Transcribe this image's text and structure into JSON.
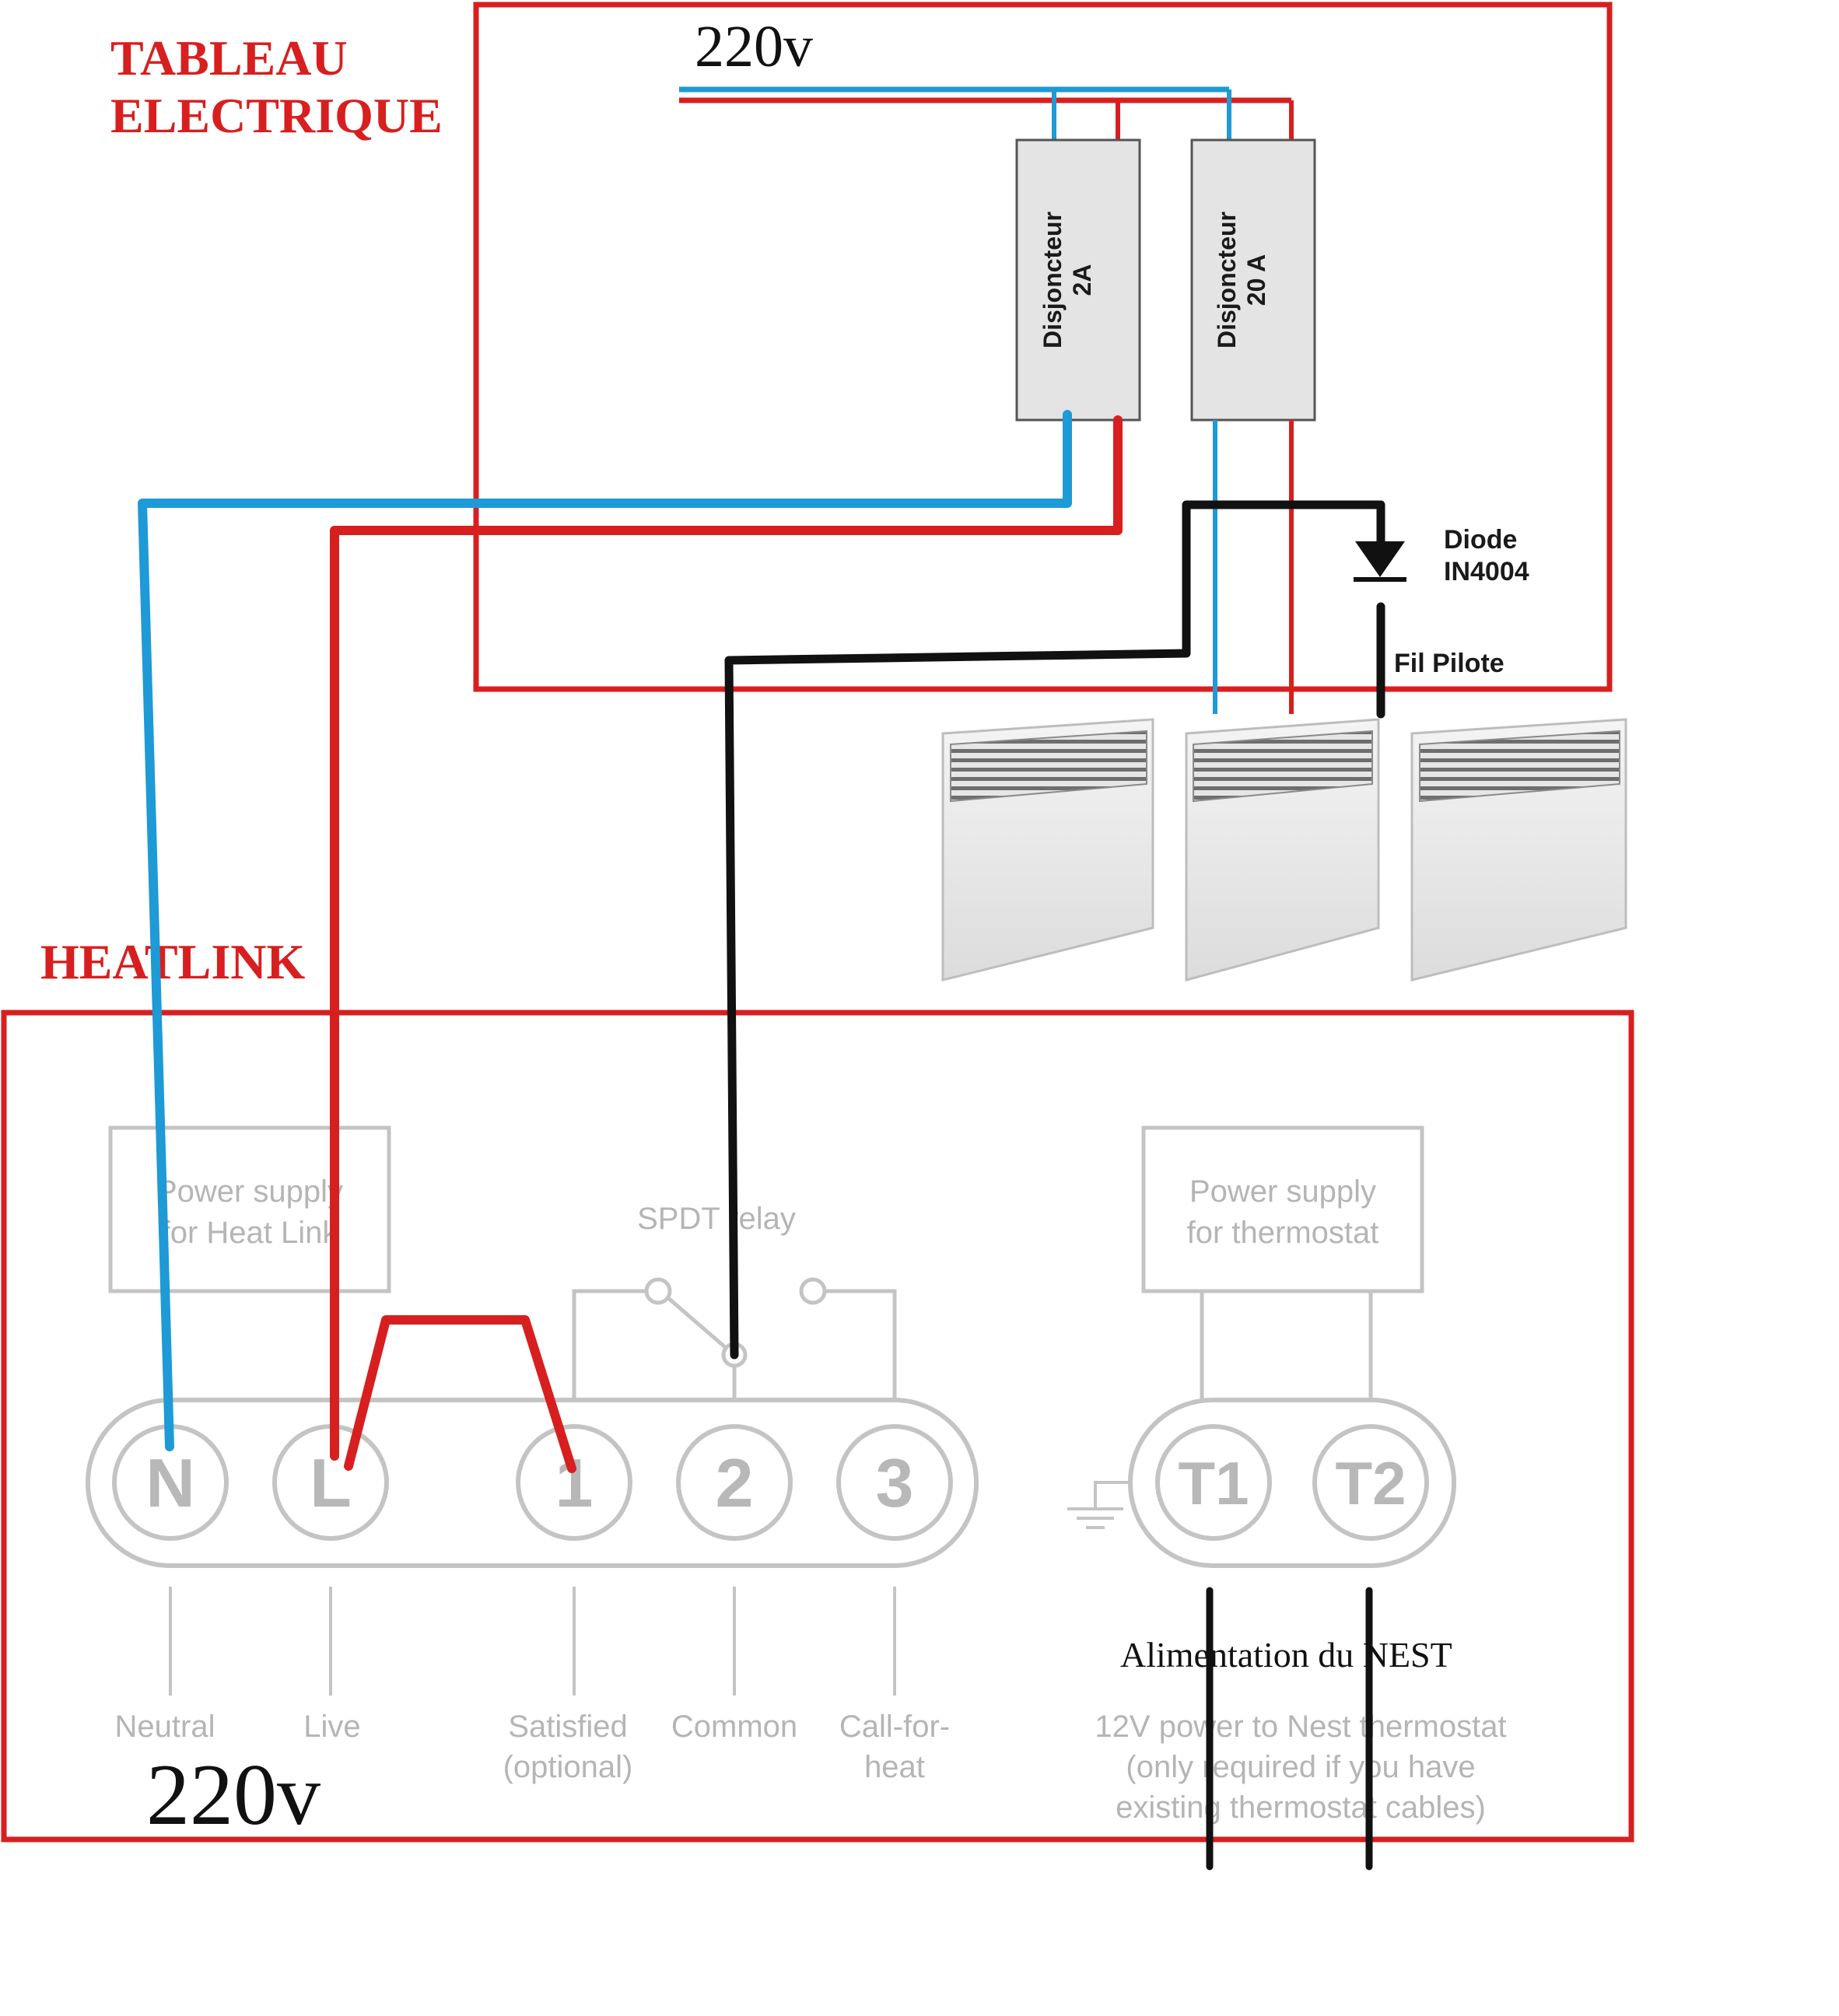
{
  "panel": {
    "title_line1": "TABLEAU",
    "title_line2": "ELECTRIQUE",
    "voltage": "220v",
    "breakers": [
      {
        "line1": "Disjoncteur",
        "line2": "2A"
      },
      {
        "line1": "Disjoncteur",
        "line2": "20 A"
      }
    ],
    "diode_line1": "Diode",
    "diode_line2": "IN4004",
    "pilot_wire": "Fil Pilote"
  },
  "heatlink": {
    "title": "HEATLINK",
    "psu_heatlink_line1": "Power supply",
    "psu_heatlink_line2": "for Heat Link",
    "relay_label": "SPDT relay",
    "psu_thermostat_line1": "Power supply",
    "psu_thermostat_line2": "for thermostat",
    "terminals": {
      "n": "N",
      "l": "L",
      "t1": "1",
      "t2": "2",
      "t3": "3",
      "th1": "T1",
      "th2": "T2"
    },
    "labels": {
      "neutral": "Neutral",
      "live": "Live",
      "satisfied_line1": "Satisfied",
      "satisfied_line2": "(optional)",
      "common": "Common",
      "call_line1": "Call-for-",
      "call_line2": "heat"
    },
    "nest_power_line1": "12V power to Nest thermostat",
    "nest_power_line2": "(only required if you have",
    "nest_power_line3": "existing thermostat cables)",
    "nest_supply_annotation": "Alimentation du NEST",
    "voltage": "220v"
  },
  "colors": {
    "frame": "#d81f1f",
    "neutral_wire": "#1e9ad6",
    "live_wire": "#d81f1f",
    "pilot_wire": "#111111",
    "schematic_gray": "#c4c4c4"
  }
}
